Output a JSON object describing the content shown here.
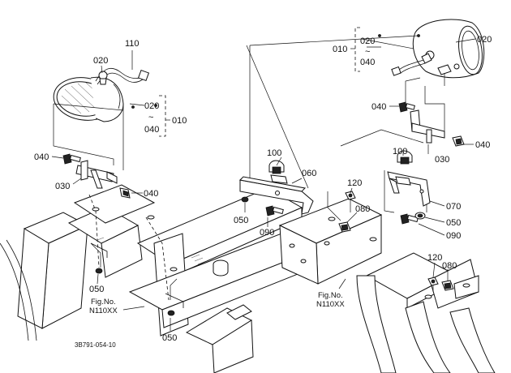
{
  "callouts": {
    "p110": "110",
    "p020_left_bulb": "020",
    "p020_left_range_top": "020",
    "p040_left_range_bottom": "040",
    "p010_left": "010",
    "p040_left_bolt": "040",
    "p030_left": "030",
    "p040_left_nut": "040",
    "p050_left_a": "050",
    "p050_left_b": "050",
    "p020_right_range_top": "020",
    "p040_right_range_bottom": "040",
    "p010_right": "010",
    "p020_right_bulb": "020",
    "p040_right_bolt": "040",
    "p030_right": "030",
    "p040_right_nut": "040",
    "p100_left": "100",
    "p060": "060",
    "p120_a": "120",
    "p080_a": "080",
    "p050_mid": "050",
    "p090_left": "090",
    "p100_right": "100",
    "p070": "070",
    "p050_right": "050",
    "p090_right": "090",
    "p120_b": "120",
    "p080_b": "080"
  },
  "tilde": "~",
  "fig_refs": {
    "left_line1": "Fig.No.",
    "left_line2": "N110XX",
    "right_line1": "Fig.No.",
    "right_line2": "N110XX"
  },
  "drawing_number": "3B791-054-10"
}
